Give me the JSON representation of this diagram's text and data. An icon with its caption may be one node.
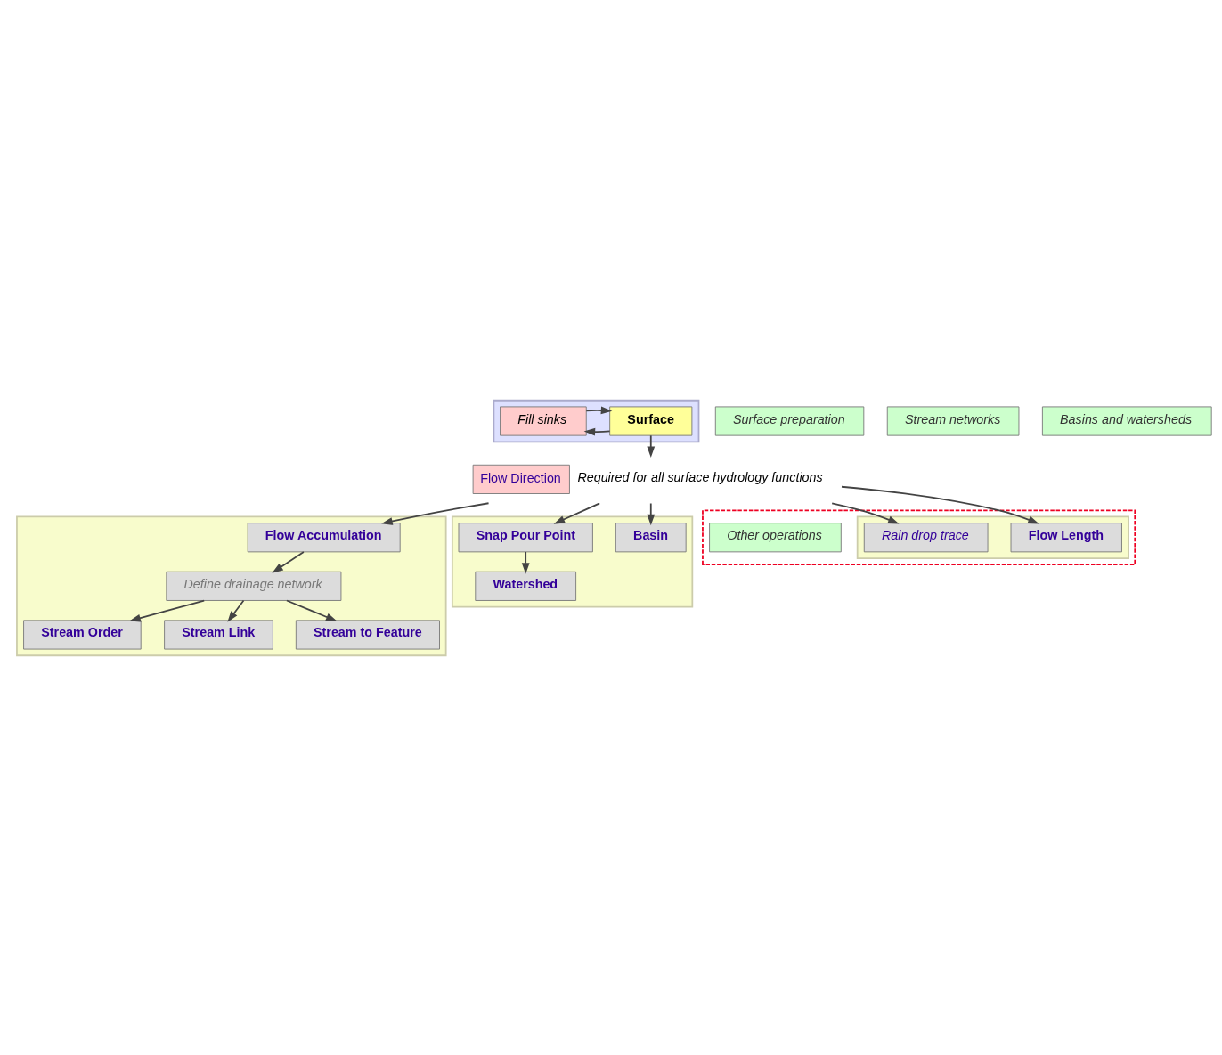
{
  "diagram": {
    "nodes": [
      {
        "text": [],
        "shape": "box"
      },
      {
        "text": [
          "Surface"
        ],
        "in": 0
      },
      {
        "text": [
          "Fill sinks"
        ],
        "in": 0
      },
      {
        "text": [
          "Surface preparation"
        ]
      },
      {
        "text": [
          "Flow Direction"
        ],
        "beside": [
          "Required for all surface hydrology functions"
        ]
      },
      {
        "text": [],
        "shape": "box"
      },
      {
        "text": [
          "Flow Accumulation"
        ],
        "in": 5
      },
      {
        "text": [
          "Define drainage network"
        ],
        "in": 5
      },
      {
        "text": [
          "Stream Order"
        ],
        "in": 5
      },
      {
        "text": [
          "Stream Link"
        ],
        "in": 5
      },
      {
        "text": [
          "Stream to Feature"
        ],
        "in": 5
      },
      {
        "text": [
          "Stream networks"
        ]
      },
      {
        "text": [],
        "shape": "box"
      },
      {
        "text": [
          "Basin"
        ],
        "in": 12
      },
      {
        "text": [
          "Snap Pour Point"
        ],
        "in": 12
      },
      {
        "text": [
          "Watershed"
        ],
        "in": 12
      },
      {
        "text": [
          "Basins and watersheds"
        ]
      },
      {
        "text": [],
        "shape": "box"
      },
      {
        "text": [],
        "shape": "box",
        "in": 17
      },
      {
        "text": [
          "Flow Length"
        ],
        "in": 18
      },
      {
        "text": [
          "Rain drop trace"
        ],
        "in": 18
      },
      {
        "text": [
          "Other operations"
        ],
        "in": 17
      }
    ],
    "edges": [
      {
        "from": 1,
        "to": 2,
        "arrow": "to"
      },
      {
        "from": 2,
        "to": 1,
        "arrow": "to"
      },
      {
        "from": 1,
        "to": 4,
        "arrow": "to"
      },
      {
        "from": 4,
        "to": 6,
        "arrow": "to"
      },
      {
        "from": 6,
        "to": 7,
        "arrow": "to"
      },
      {
        "from": 7,
        "to": 8,
        "arrow": "to"
      },
      {
        "from": 7,
        "to": 9,
        "arrow": "to"
      },
      {
        "from": 7,
        "to": 10,
        "arrow": "to"
      },
      {
        "from": 4,
        "to": 13,
        "arrow": "to"
      },
      {
        "from": 4,
        "to": 14,
        "arrow": "to"
      },
      {
        "from": 14,
        "to": 15,
        "arrow": "to"
      },
      {
        "from": 4,
        "to": 19,
        "arrow": "to"
      },
      {
        "from": 4,
        "to": 20,
        "arrow": "to"
      }
    ]
  }
}
